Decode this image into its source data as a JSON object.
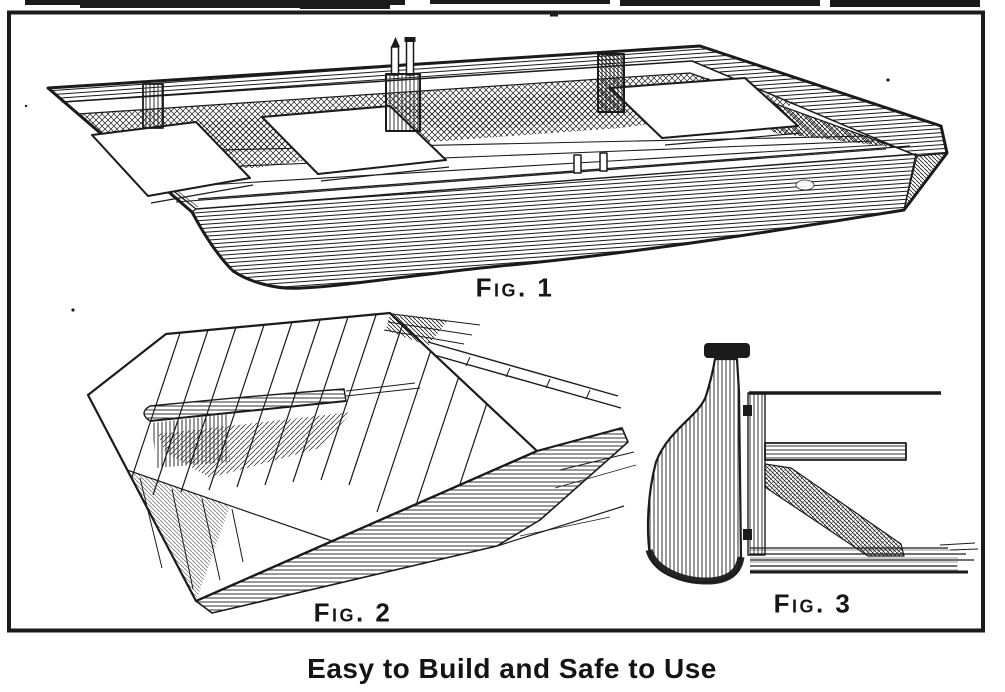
{
  "page": {
    "paper_color": "#ffffff",
    "ink_color": "#1b1b1b",
    "caption": "Easy to Build and Safe to Use"
  },
  "figures": [
    {
      "label": "Fig. 1",
      "name": "flat-bottom-scow-boat-perspective-view"
    },
    {
      "label": "Fig. 2",
      "name": "upturned-hull-bottom-cross-planking"
    },
    {
      "label": "Fig. 3",
      "name": "side-seat-knee-brace-section-with-oar"
    }
  ]
}
